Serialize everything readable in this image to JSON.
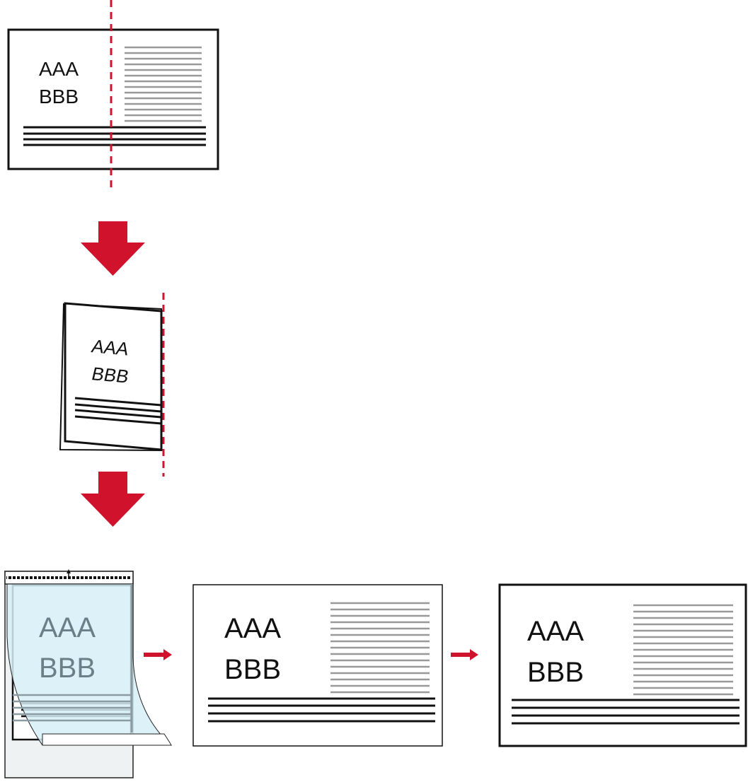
{
  "colors": {
    "accent_red": "#d0122c",
    "ink": "#111111",
    "gray_lines": "#999999",
    "sheet_blue": "#e2f2f8",
    "sheet_body": "#eef2f2",
    "sheet_text": "#6b7f88"
  },
  "document": {
    "line1": "AAA",
    "line2": "BBB"
  },
  "steps": {
    "original": {
      "line1": "AAA",
      "line2": "BBB"
    },
    "folded": {
      "line1": "AAA",
      "line2": "BBB"
    },
    "carrier_sheet": {
      "line1": "AAA",
      "line2": "BBB"
    },
    "scanned_image": {
      "line1": "AAA",
      "line2": "BBB"
    },
    "output_image": {
      "line1": "AAA",
      "line2": "BBB"
    }
  }
}
